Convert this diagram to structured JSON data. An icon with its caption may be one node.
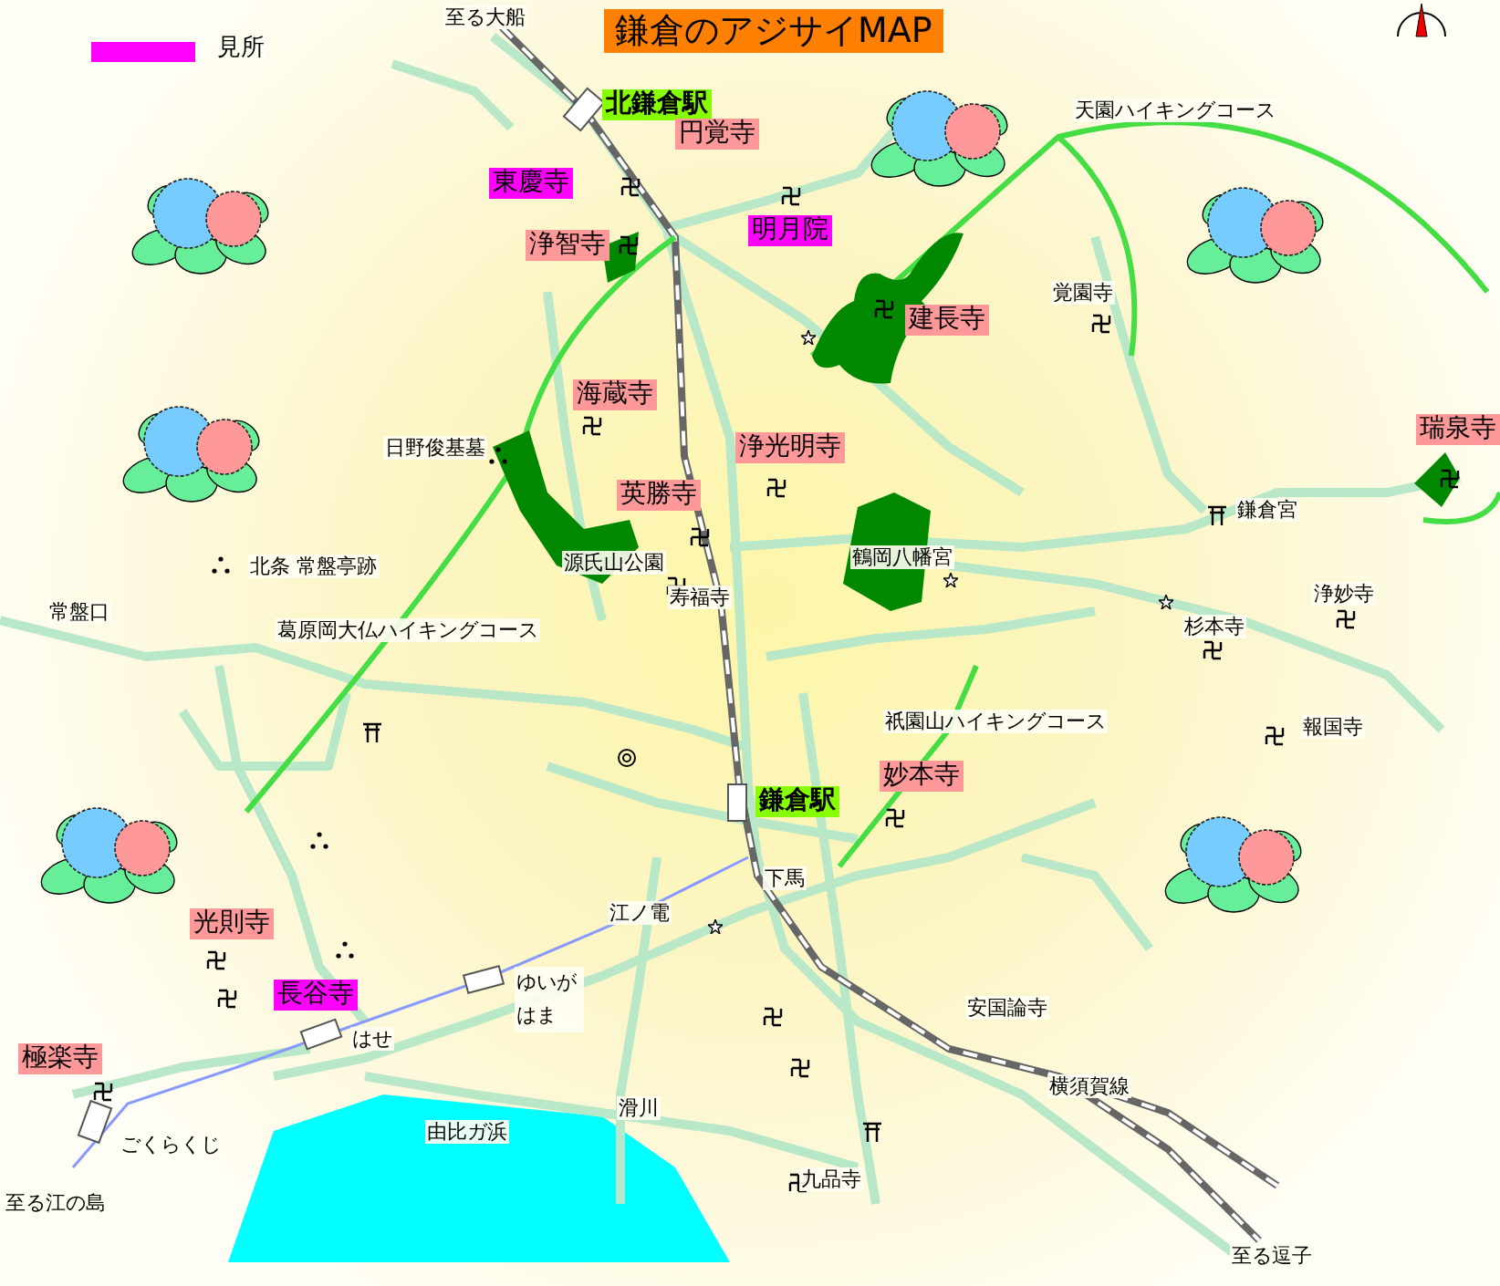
{
  "diagram": {
    "title": "鎌倉のアジサイMAP",
    "nodes": [
      {
        "text": [
          "北鎌倉駅"
        ]
      },
      {
        "text": [
          "円覚寺"
        ]
      },
      {
        "text": [
          "東慶寺"
        ]
      },
      {
        "text": [
          "明月院"
        ]
      },
      {
        "text": [
          "浄智寺"
        ]
      },
      {
        "text": [
          "建長寺"
        ]
      },
      {
        "text": [
          "海蔵寺"
        ]
      },
      {
        "text": [
          "瑞泉寺"
        ]
      },
      {
        "text": [
          "浄光明寺"
        ]
      },
      {
        "text": [
          "英勝寺"
        ]
      },
      {
        "text": [
          "鎌倉駅"
        ]
      },
      {
        "text": [
          "妙本寺"
        ]
      },
      {
        "text": [
          "光則寺"
        ]
      },
      {
        "text": [
          "長谷寺"
        ]
      },
      {
        "text": [
          "極楽寺"
        ]
      }
    ],
    "labels": [
      "至る大船",
      "天園ハイキングコース",
      "覚園寺",
      "日野俊基墓",
      "鎌倉宮",
      "北条 常盤亭跡",
      "源氏山公園",
      "鶴岡八幡宮",
      "常盤口",
      "寿福寺",
      "浄妙寺",
      "杉本寺",
      "葛原岡大仏ハイキングコース",
      "報国寺",
      "祇園山ハイキングコース",
      "下馬",
      "江ノ電",
      "ゆいがはま",
      "はせ",
      "安国論寺",
      "由比ガ浜",
      "横須賀線",
      "滑川",
      "ごくらくじ",
      "九品寺",
      "至る江の島",
      "至る逗子"
    ],
    "legend": [
      {
        "text": "見所",
        "color": "#ff00ff"
      }
    ]
  }
}
